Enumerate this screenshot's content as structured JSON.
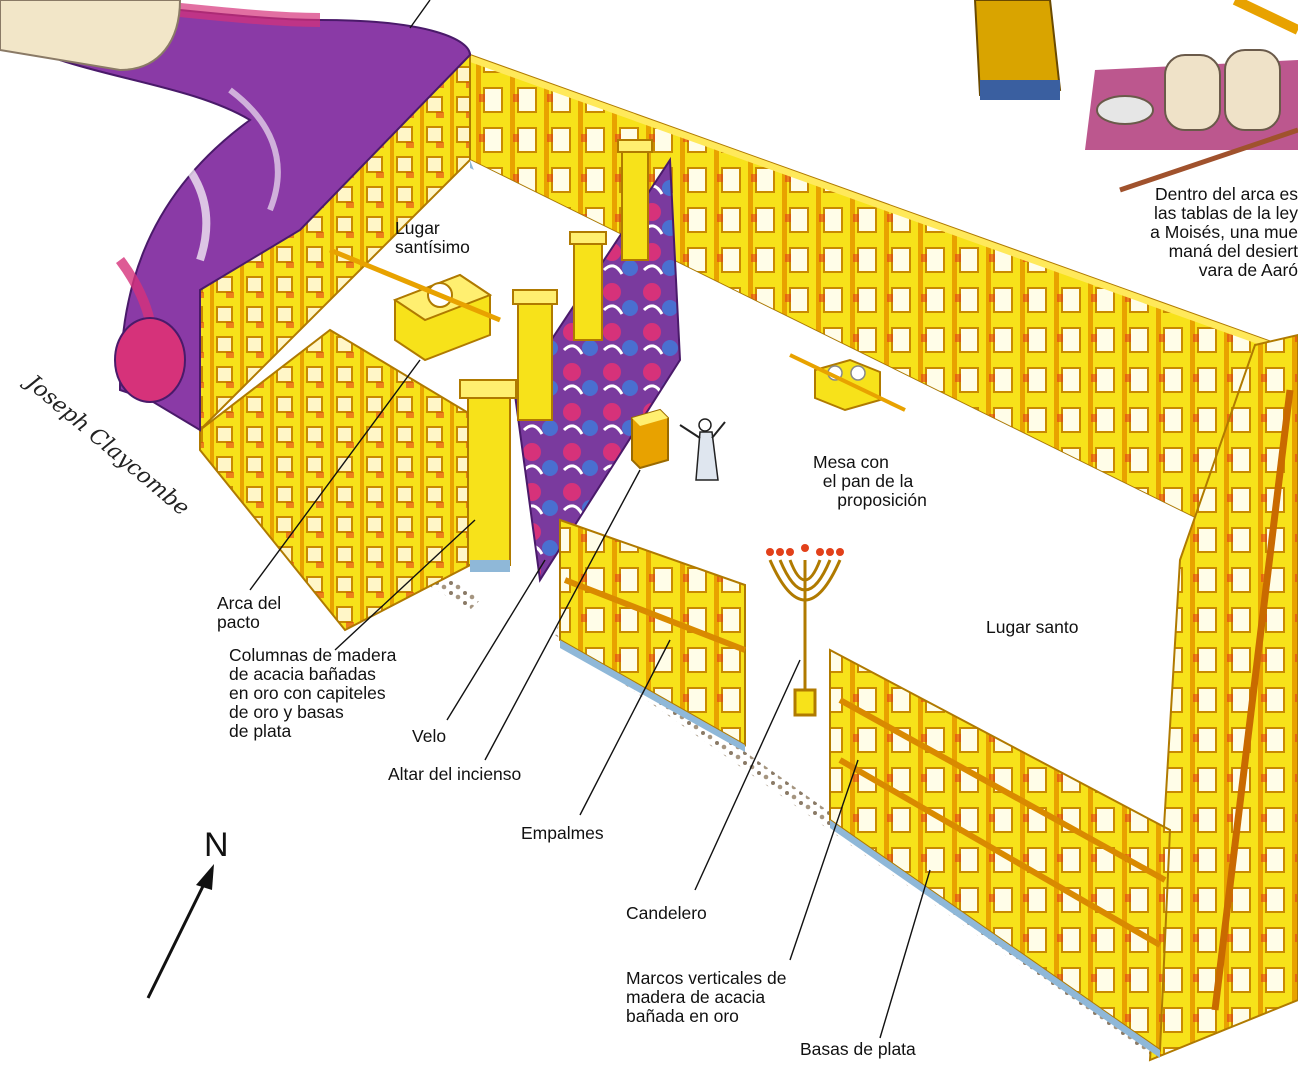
{
  "labels": {
    "lugar_santisimo": "Lugar\nsantísimo",
    "mesa": "Mesa con\n  el pan de la\n     proposición",
    "arca": "Arca del\npacto",
    "columnas": "Columnas de madera\nde acacia bañadas\nen oro con capiteles\nde oro y basas\nde plata",
    "velo": "Velo",
    "altar": "Altar del incienso",
    "empalmes": "Empalmes",
    "lugar_santo": "Lugar santo",
    "candelero": "Candelero",
    "marcos": "Marcos verticales de\nmadera de acacia\nbañada en oro",
    "basas": "Basas de plata",
    "arca_contents": "Dentro del arca es\nlas tablas de la ley\na Moisés, una mue\nmaná del desiert\nvara de Aaró",
    "north": "N",
    "signature": "Joseph Claycombe"
  },
  "colors": {
    "gold": "#f7e21a",
    "gold_dark": "#d9a400",
    "red_accent": "#e2401a",
    "veil_purple": "#8a3aa6",
    "veil_magenta": "#d6327a",
    "silver_base": "#8fb8d8",
    "gravel": "#8a7a66"
  }
}
